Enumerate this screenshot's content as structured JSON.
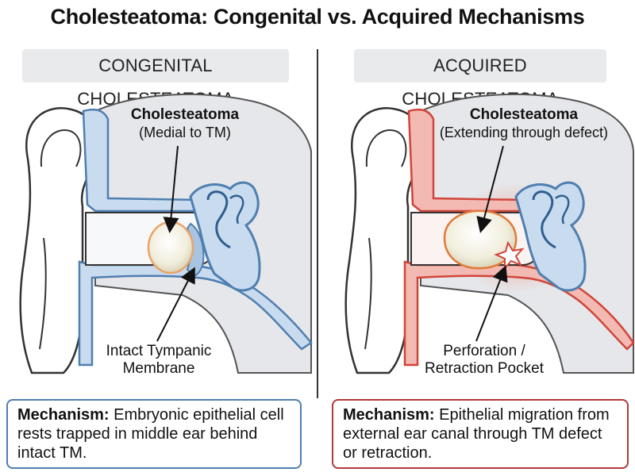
{
  "title": "Cholesteatoma: Congenital vs. Acquired Mechanisms",
  "panels": {
    "left": {
      "header": "CONGENITAL CHOLESTEATOMA",
      "label_top_title": "Cholesteatoma",
      "label_top_sub": "(Medial to TM)",
      "label_bottom_line1": "Intact Tympanic",
      "label_bottom_line2": "Membrane",
      "mechanism_label": "Mechanism:",
      "mechanism_text": " Embryonic epithelial cell rests trapped in middle ear behind intact TM."
    },
    "right": {
      "header": "ACQUIRED CHOLESTEATOMA",
      "label_top_title": "Cholesteatoma",
      "label_top_sub": "(Extending through defect)",
      "label_bottom_line1": "Perforation /",
      "label_bottom_line2": "Retraction Pocket",
      "mechanism_label": "Mechanism:",
      "mechanism_text": " Epithelial migration from external ear canal through TM defect or retraction."
    }
  },
  "colors": {
    "congenital_accent": "#4f7fb0",
    "acquired_accent": "#b03a3a",
    "blue_fill": "#c9dcef",
    "red_fill": "#f3b9b3",
    "pearl": "#f4f1e3"
  }
}
